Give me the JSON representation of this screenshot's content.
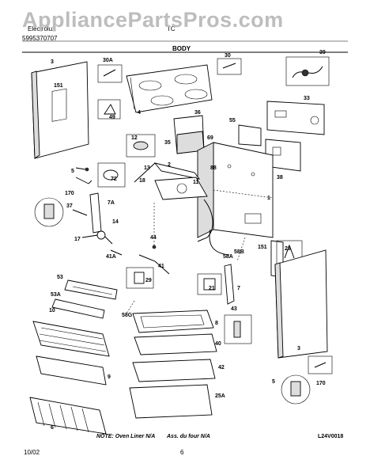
{
  "watermark": "AppliancePartsPros.com",
  "header": {
    "brand": "Electrolux",
    "model_code": "TC",
    "part_number": "5995370707",
    "section": "BODY"
  },
  "footer": {
    "note_en": "NOTE: Oven Liner N/A",
    "note_fr": "Ass. du four N/A",
    "drawing_id": "L24V0018",
    "date": "10/02",
    "page": "6"
  },
  "callouts": [
    "3",
    "151",
    "30A",
    "4",
    "49",
    "30",
    "39",
    "33",
    "36",
    "35",
    "55",
    "12",
    "69",
    "13",
    "2",
    "88",
    "11",
    "38",
    "72",
    "18",
    "1",
    "5",
    "170",
    "37",
    "7A",
    "17",
    "14",
    "44",
    "41A",
    "41",
    "58A",
    "58B",
    "29",
    "151",
    "28",
    "53",
    "53A",
    "58G",
    "21",
    "7",
    "10",
    "8",
    "43",
    "40",
    "9",
    "42",
    "25A",
    "6",
    "3",
    "5",
    "170"
  ]
}
